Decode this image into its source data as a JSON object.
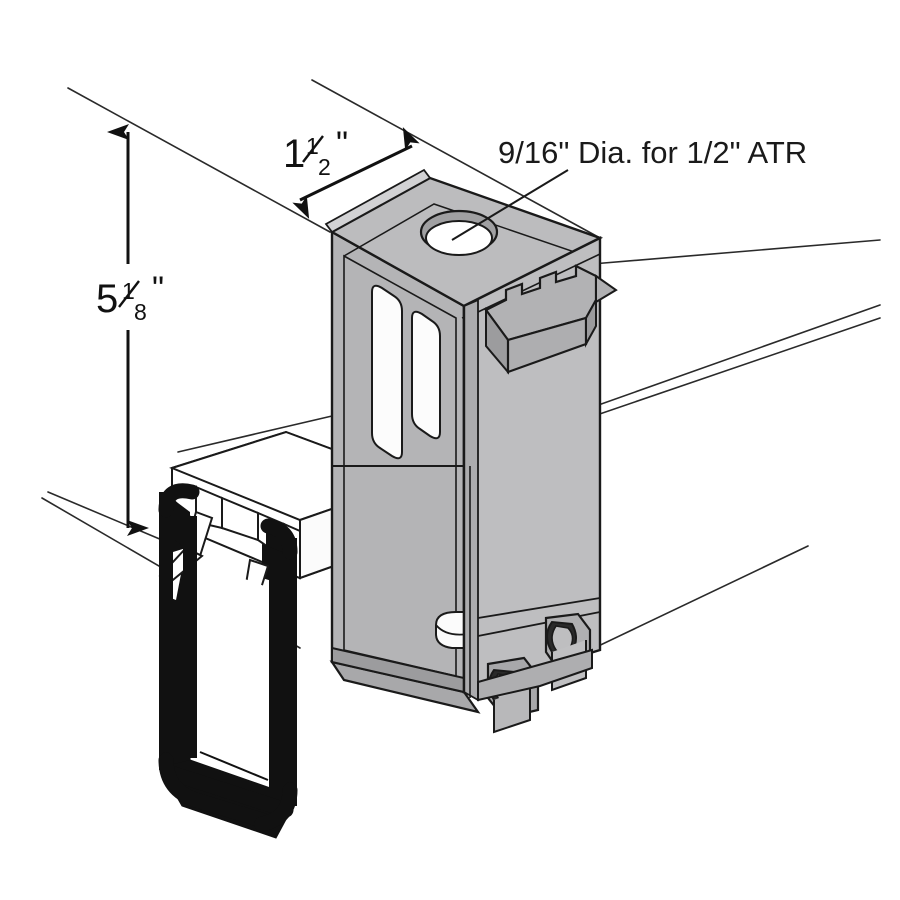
{
  "drawing": {
    "title": "Strut Channel Beam Clamp — Isometric Dimensioned Drawing",
    "background_color": "#ffffff",
    "line_color": "#1a1a1a",
    "colors": {
      "face_light": "#C6C6C8",
      "face_mid": "#BCBCBE",
      "face_base": "#B4B4B6",
      "face_dark": "#A6A6A8",
      "face_darker": "#9C9C9E",
      "white": "#FFFFFF",
      "outline": "#1a1a1a",
      "strut_black": "#111111",
      "thin_line": "#333333"
    }
  },
  "dimensions": {
    "width": {
      "label_whole": "1",
      "label_numerator": "1",
      "label_denominator": "2",
      "label_unit": "\"",
      "full_text": "1½\"",
      "orientation": "diagonal",
      "arrow_style": "double-headed"
    },
    "height": {
      "label_whole": "5",
      "label_numerator": "1",
      "label_denominator": "8",
      "label_unit": "\"",
      "full_text": "5⅛\"",
      "orientation": "vertical",
      "arrow_style": "double-headed"
    }
  },
  "callouts": [
    {
      "id": "hole-callout",
      "text": "9/16\" Dia. for 1/2\" ATR",
      "target": "top-mounting-hole",
      "leader": "diagonal-down-left"
    }
  ],
  "parts": {
    "bracket": {
      "name": "beam-clamp-bracket",
      "features": [
        "top-face-with-hole",
        "front-left-panel-with-two-slots",
        "right-panel",
        "serrated-side-tab",
        "lower-mounting-hole",
        "bottom-hook-tabs"
      ]
    },
    "strut": {
      "name": "strut-channel",
      "profile": "C-channel with inturned lips"
    }
  }
}
